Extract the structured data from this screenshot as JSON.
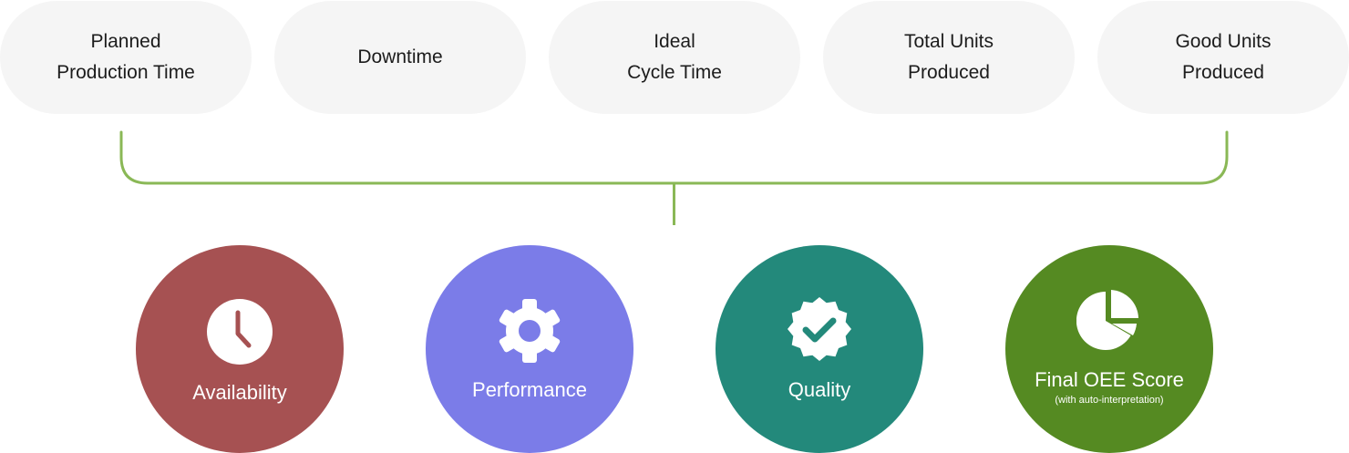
{
  "inputs": [
    {
      "line1": "Planned",
      "line2": "Production Time"
    },
    {
      "line1": "Downtime",
      "line2": ""
    },
    {
      "line1": "Ideal",
      "line2": "Cycle Time"
    },
    {
      "line1": "Total Units",
      "line2": "Produced"
    },
    {
      "line1": "Good Units",
      "line2": "Produced"
    }
  ],
  "outputs": [
    {
      "label": "Availability",
      "icon": "clock-icon",
      "color": "#a65152"
    },
    {
      "label": "Performance",
      "icon": "gear-icon",
      "color": "#7b7ce8"
    },
    {
      "label": "Quality",
      "icon": "verified-badge-icon",
      "color": "#23897b"
    },
    {
      "label": "Final OEE Score",
      "sublabel": "(with auto-interpretation)",
      "icon": "pie-chart-icon",
      "color": "#558a22"
    }
  ],
  "colors": {
    "pill_background": "#f5f5f5",
    "connector_line": "#8ab856"
  }
}
